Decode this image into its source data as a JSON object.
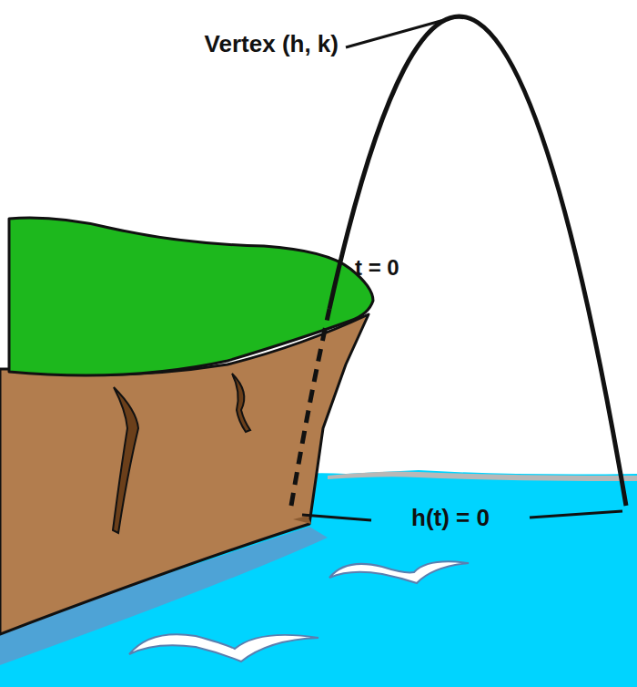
{
  "diagram": {
    "labels": [
      "Vertex (h, k)",
      "t = 0",
      "h(t) = 0"
    ]
  }
}
